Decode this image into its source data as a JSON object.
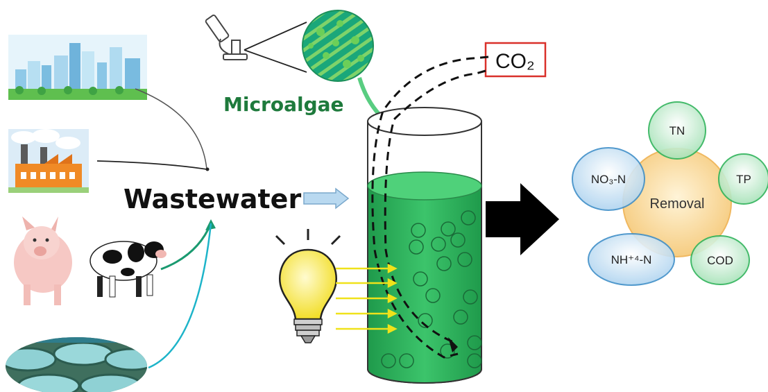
{
  "labels": {
    "wastewater": "Wastewater",
    "microalgae": "Microalgae",
    "co2": "CO₂",
    "center": "Removal"
  },
  "removal_nodes": [
    {
      "label": "TN"
    },
    {
      "label": "TP"
    },
    {
      "label": "COD"
    },
    {
      "label": "NH⁺⁴-N"
    },
    {
      "label": "NO₃-N"
    }
  ],
  "sources": [
    {
      "icon": "city-icon"
    },
    {
      "icon": "factory-icon"
    },
    {
      "icon": "livestock-icon"
    },
    {
      "icon": "aquaculture-ponds-icon"
    }
  ],
  "colors": {
    "algae_green": "#2fb35a",
    "reactor_green": "#34b860",
    "arrow_black": "#000000",
    "arrow_blue": "#b9d9f0",
    "co2_box": "#d9302a",
    "light_yellow": "#f7e94a"
  }
}
